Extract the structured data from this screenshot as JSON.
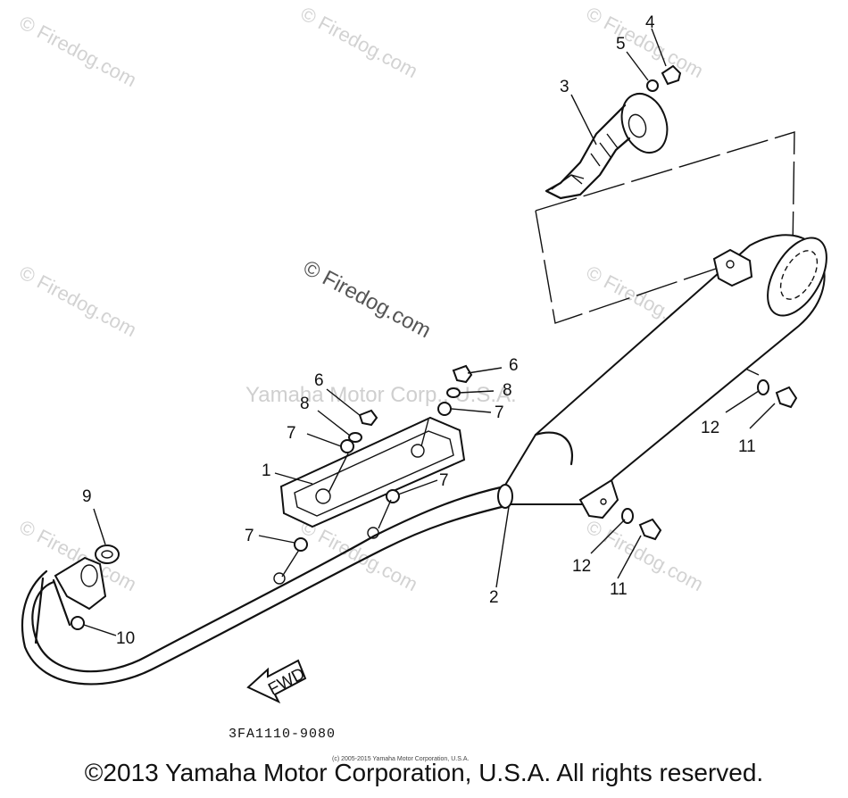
{
  "watermark": "© Firedog.com",
  "watermark_center": "© Firedog.com",
  "watermark_ymc": "Yamaha Motor Corp., U.S.A.",
  "callouts": [
    "1",
    "2",
    "3",
    "4",
    "5",
    "6",
    "6",
    "7",
    "7",
    "7",
    "7",
    "8",
    "8",
    "9",
    "10",
    "11",
    "11",
    "12",
    "12"
  ],
  "fwd_label": "FWD",
  "diagram_code": "3FA1110-9080",
  "fine_print": "(c) 2005-2015 Yamaha Motor Corporation, U.S.A.",
  "copyright": "©2013 Yamaha Motor Corporation, U.S.A. All rights reserved."
}
